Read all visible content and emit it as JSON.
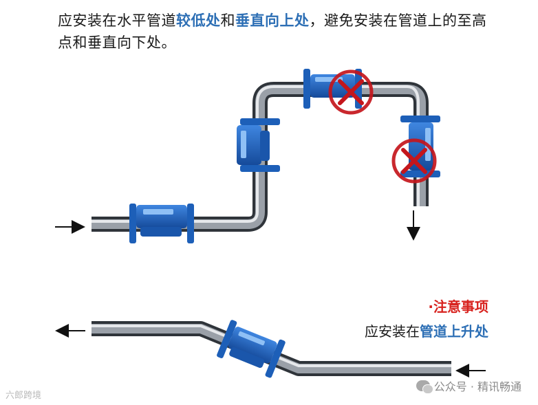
{
  "intro": {
    "part1": "应安装在水平管道",
    "hl1": "较低处",
    "part2": "和",
    "hl2": "垂直向上处",
    "part3": "，避免安装在管道上的至高点和垂直向下处。"
  },
  "note": {
    "title": "·注意事项",
    "text_prefix": "应安装在",
    "text_highlight": "管道上升处"
  },
  "watermark_left": "六郎跨境",
  "watermark_right": "公众号 · 精讯畅通",
  "colors": {
    "highlight": "#2d6fb5",
    "warning_red": "#d8231f",
    "pipe": "#3f444c",
    "meter_blue": "#1e66c8"
  },
  "icons": [
    "flow-arrow-icon",
    "cross-mark-icon",
    "wechat-icon"
  ]
}
